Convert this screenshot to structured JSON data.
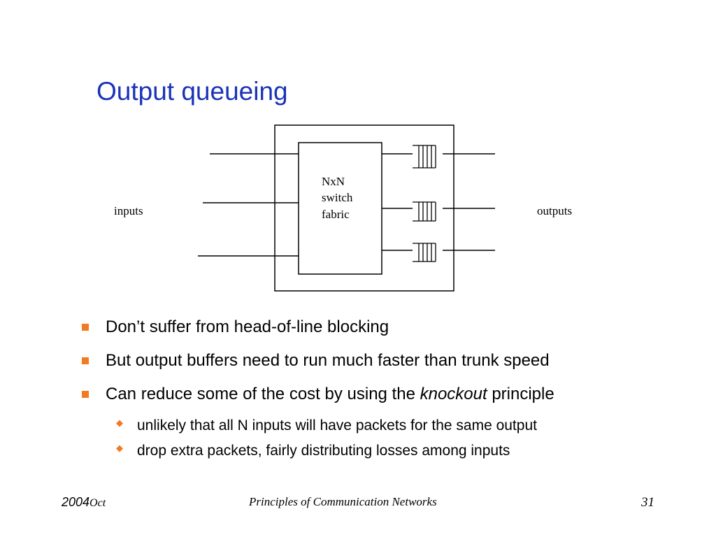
{
  "slide": {
    "title": "Output queueing"
  },
  "diagram": {
    "left_label": "inputs",
    "right_label": "outputs",
    "fabric_lines": [
      "NxN",
      "switch",
      "fabric"
    ]
  },
  "bullets": [
    {
      "parts": [
        {
          "text": "Don’t suffer from head-of-line blocking"
        }
      ]
    },
    {
      "parts": [
        {
          "text": "But output buffers need to run much faster than trunk speed"
        }
      ]
    },
    {
      "parts": [
        {
          "text": "Can reduce some of the cost by using the "
        },
        {
          "text": "knockout",
          "italic": true
        },
        {
          "text": " principle"
        }
      ]
    }
  ],
  "sub_bullets": [
    "unlikely that all N inputs will have packets for the same output",
    "drop extra packets, fairly distributing losses among inputs"
  ],
  "footer": {
    "year": "2004",
    "month": "Oct",
    "course": "Principles of Communication Networks",
    "page": "31"
  },
  "colors": {
    "title": "#1a33b8",
    "bullet": "#f47a1f"
  }
}
